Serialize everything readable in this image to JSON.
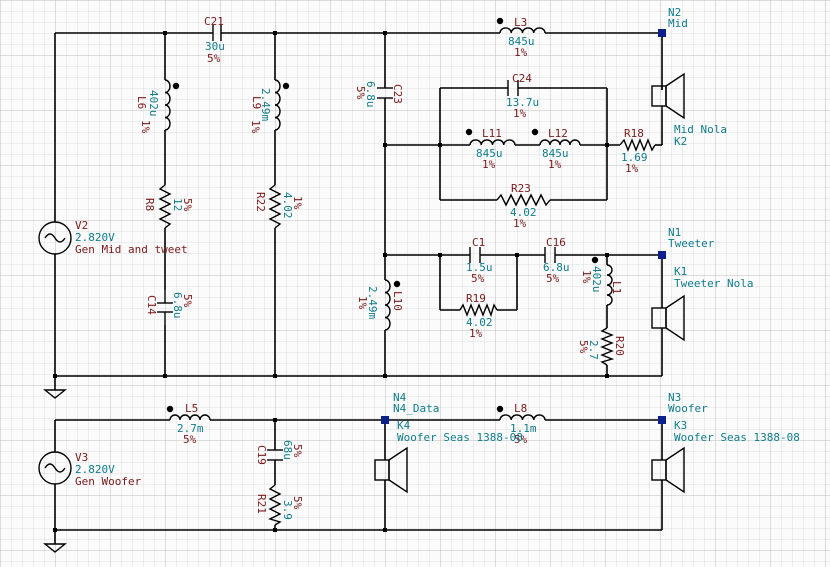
{
  "components": {
    "v2": {
      "ref": "V2",
      "value": "2.820V",
      "name": "Gen Mid and tweet"
    },
    "v3": {
      "ref": "V3",
      "value": "2.820V",
      "name": "Gen Woofer"
    },
    "c21": {
      "ref": "C21",
      "value": "30u",
      "tol": "5%"
    },
    "l3": {
      "ref": "L3",
      "value": "845u",
      "tol": "1%"
    },
    "l6": {
      "ref": "L6",
      "value": "402u",
      "tol": "1%"
    },
    "l9": {
      "ref": "L9",
      "value": "2.49m",
      "tol": "1%"
    },
    "r8": {
      "ref": "R8",
      "value": "12",
      "tol": "5%"
    },
    "r22": {
      "ref": "R22",
      "value": "4.02",
      "tol": "1%"
    },
    "c14": {
      "ref": "C14",
      "value": "6.8u",
      "tol": "5%"
    },
    "c23": {
      "ref": "C23",
      "value": "6.8u",
      "tol": "5%"
    },
    "c24": {
      "ref": "C24",
      "value": "13.7u",
      "tol": "1%"
    },
    "l11": {
      "ref": "L11",
      "value": "845u",
      "tol": "1%"
    },
    "l12": {
      "ref": "L12",
      "value": "845u",
      "tol": "1%"
    },
    "r18": {
      "ref": "R18",
      "value": "1.69",
      "tol": "1%"
    },
    "r23": {
      "ref": "R23",
      "value": "4.02",
      "tol": "1%"
    },
    "c1": {
      "ref": "C1",
      "value": "1.5u",
      "tol": "5%"
    },
    "c16": {
      "ref": "C16",
      "value": "6.8u",
      "tol": "5%"
    },
    "r19": {
      "ref": "R19",
      "value": "4.02",
      "tol": "1%"
    },
    "l1": {
      "ref": "L1",
      "value": "402u",
      "tol": "1%"
    },
    "r20": {
      "ref": "R20",
      "value": "2.7",
      "tol": "5%"
    },
    "l10": {
      "ref": "L10",
      "value": "2.49m",
      "tol": "1%"
    },
    "l5": {
      "ref": "L5",
      "value": "2.7m",
      "tol": "5%"
    },
    "c19": {
      "ref": "C19",
      "value": "68u",
      "tol": "5%"
    },
    "r21": {
      "ref": "R21",
      "value": "3.9",
      "tol": "5%"
    },
    "l8": {
      "ref": "L8",
      "value": "1.1m",
      "tol": "5%"
    },
    "k1": {
      "ref": "K1",
      "name": "Tweeter Nola"
    },
    "k2": {
      "ref": "K2",
      "name": "Mid Nola"
    },
    "k3": {
      "ref": "K3",
      "name": "Woofer Seas 1388-08"
    },
    "k4": {
      "ref": "K4",
      "name": "Woofer Seas 1388-08"
    }
  },
  "nodes": {
    "n1": {
      "ref": "N1",
      "name": "Tweeter"
    },
    "n2": {
      "ref": "N2",
      "name": "Mid"
    },
    "n3": {
      "ref": "N3",
      "name": "Woofer"
    },
    "n4": {
      "ref": "N4",
      "name": "N4_Data"
    }
  }
}
